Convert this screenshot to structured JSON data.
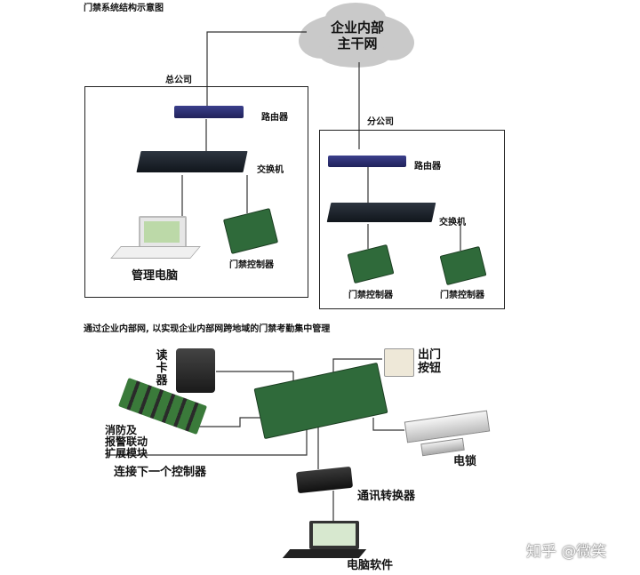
{
  "diagram": {
    "title": "门禁系统结构示意图",
    "cloud": {
      "line1": "企业内部",
      "line2": "主干网"
    },
    "head_office": {
      "label": "总公司",
      "router": "路由器",
      "switch": "交换机",
      "pc": "管理电脑",
      "controller": "门禁控制器"
    },
    "branch_office": {
      "label": "分公司",
      "router": "路由器",
      "switch": "交换机",
      "controller_1": "门禁控制器",
      "controller_2": "门禁控制器"
    },
    "caption": "通过企业内部网, 以实现企业内部网跨地域的门禁考勤集中管理",
    "lower": {
      "reader": "读卡器",
      "fire_module_line1": "消防及",
      "fire_module_line2": "报警联动",
      "fire_module_line3": "扩展模块",
      "next_controller": "连接下一个控制器",
      "exit_button_line1": "出门",
      "exit_button_line2": "按钮",
      "lock": "电锁",
      "converter": "通讯转换器",
      "software": "电脑软件"
    },
    "watermark": "知乎 @微笑"
  }
}
